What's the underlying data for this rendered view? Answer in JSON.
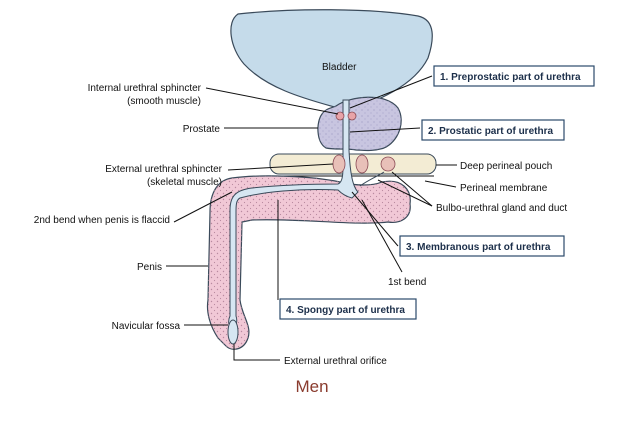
{
  "diagram": {
    "labels": {
      "bladder": "Bladder",
      "internal_sphincter_1": "Internal urethral sphincter",
      "internal_sphincter_2": "(smooth muscle)",
      "prostate": "Prostate",
      "external_sphincter_1": "External urethral sphincter",
      "external_sphincter_2": "(skeletal muscle)",
      "second_bend": "2nd bend when penis is flaccid",
      "penis": "Penis",
      "navicular_fossa": "Navicular fossa",
      "external_orifice": "External urethral orifice",
      "deep_perineal_pouch": "Deep perineal pouch",
      "perineal_membrane": "Perineal membrane",
      "bulbo_urethral": "Bulbo-urethral gland and duct",
      "first_bend": "1st bend"
    },
    "boxes": {
      "preprostatic": "1. Preprostatic part of urethra",
      "prostatic": "2. Prostatic part of urethra",
      "membranous": "3. Membranous part of urethra",
      "spongy": "4. Spongy part of urethra"
    },
    "caption": "Men"
  },
  "colors": {
    "bladder": "#c5dbea",
    "prostate": "#c8c5e0",
    "spongy_tissue": "#f1c8d6",
    "urethra": "#d6e6f2",
    "pouch": "#f3ecd4",
    "box_border": "#2b4a6b",
    "caption": "#8a3b2e"
  }
}
